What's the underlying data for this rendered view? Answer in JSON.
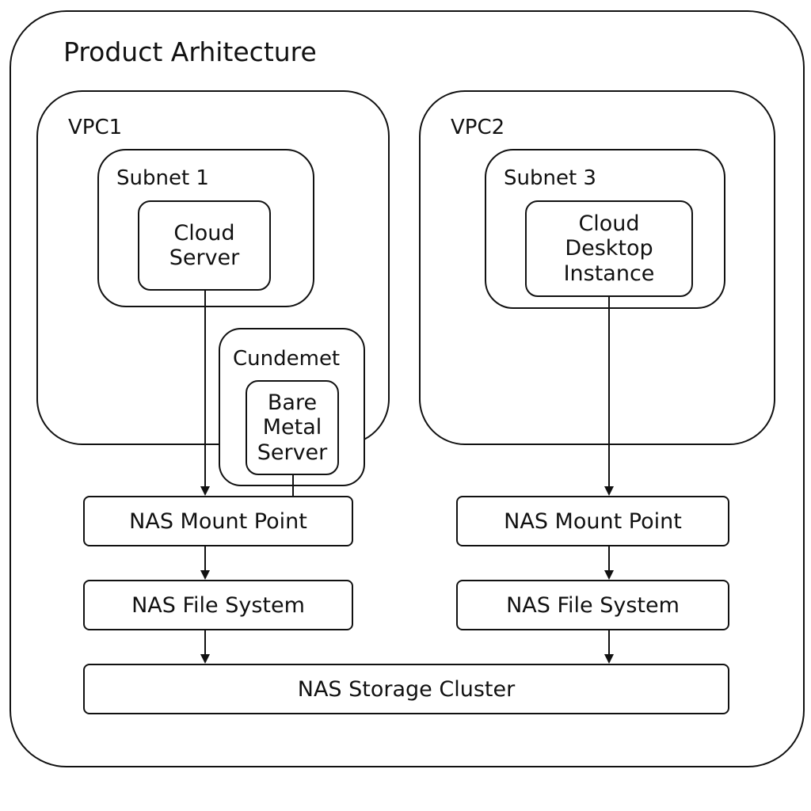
{
  "diagram": {
    "title": "Product Arhitecture",
    "vpc1": {
      "label": "VPC1",
      "subnet": {
        "label": "Subnet 1",
        "node_lines": [
          "Cloud",
          "Server"
        ]
      }
    },
    "subnet_c": {
      "label": "Cundemet",
      "node_lines": [
        "Bare",
        "Metal",
        "Server"
      ]
    },
    "vpc2": {
      "label": "VPC2",
      "subnet": {
        "label": "Subnet 3",
        "node_lines": [
          "Cloud",
          "Desktop",
          "Instance"
        ]
      }
    },
    "left_stack": {
      "mount_point": "NAS Mount Point",
      "file_system": "NAS File System"
    },
    "right_stack": {
      "mount_point": "NAS Mount Point",
      "file_system": "NAS File System"
    },
    "storage_cluster": "NAS Storage Cluster"
  }
}
